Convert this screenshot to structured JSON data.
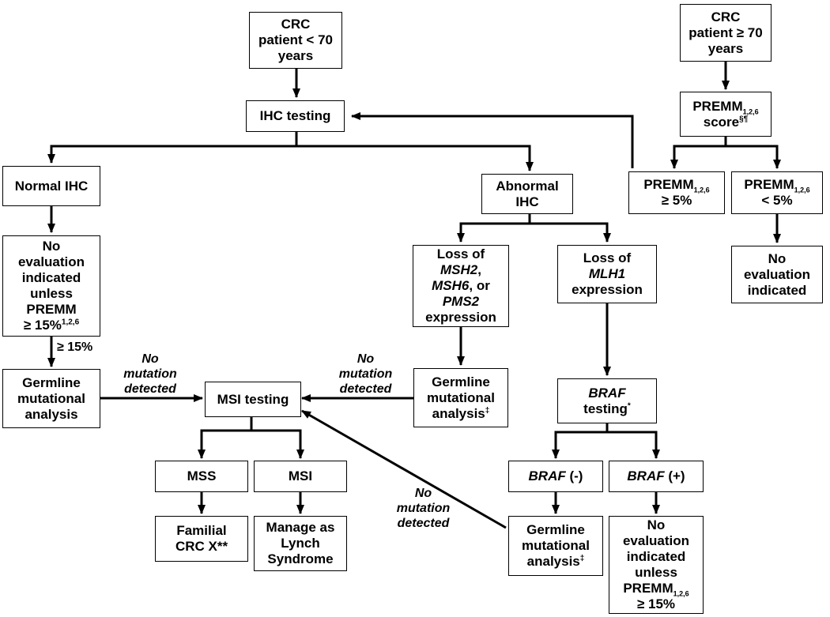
{
  "nodes": {
    "crc_lt70": {
      "l1": "CRC",
      "l2": "patient < 70",
      "l3": "years"
    },
    "crc_ge70": {
      "l1": "CRC",
      "l2": "patient ≥ 70",
      "l3": "years"
    },
    "ihc": {
      "text": "IHC testing"
    },
    "premm_score": {
      "l1": "PREMM",
      "sub": "1,2,6",
      "l2": "score",
      "sup": "§¶"
    },
    "normal_ihc": {
      "text": "Normal IHC"
    },
    "abnormal_ihc": {
      "l1": "Abnormal",
      "l2": "IHC"
    },
    "premm_ge5": {
      "l1": "PREMM",
      "sub": "1,2,6",
      "l2": "≥ 5%"
    },
    "premm_lt5": {
      "l1": "PREMM",
      "sub": "1,2,6",
      "l2": "< 5%"
    },
    "no_eval_left": {
      "l1": "No",
      "l2": "evaluation",
      "l3": "indicated",
      "l4": "unless",
      "l5": "PREMM",
      "l6": "≥ 15%",
      "sub": "1,2,6"
    },
    "loss_msh2": {
      "l1": "Loss of",
      "g1": "MSH2",
      "p1": ",",
      "g2": "MSH6",
      "p2": ", or",
      "g3": "PMS2",
      "l5": "expression"
    },
    "loss_mlh1": {
      "l1": "Loss of",
      "g1": "MLH1",
      "l3": "expression"
    },
    "no_eval_right": {
      "l1": "No",
      "l2": "evaluation",
      "l3": "indicated"
    },
    "germline_left": {
      "l1": "Germline",
      "l2": "mutational",
      "l3": "analysis"
    },
    "msi_testing": {
      "text": "MSI testing"
    },
    "germline_mid": {
      "l1": "Germline",
      "l2": "mutational",
      "l3": "analysis",
      "sup": "‡"
    },
    "braf_testing": {
      "gene": "BRAF",
      "l2": "testing",
      "sup": "*"
    },
    "mss": {
      "text": "MSS"
    },
    "msi": {
      "text": "MSI"
    },
    "braf_neg": {
      "gene": "BRAF",
      "suffix": " (-)"
    },
    "braf_pos": {
      "gene": "BRAF",
      "suffix": " (+)"
    },
    "familial": {
      "l1": "Familial",
      "l2": "CRC X**"
    },
    "manage_lynch": {
      "l1": "Manage as",
      "l2": "Lynch",
      "l3": "Syndrome"
    },
    "germline_bottom": {
      "l1": "Germline",
      "l2": "mutational",
      "l3": "analysis",
      "sup": "‡"
    },
    "no_eval_bottom": {
      "l1": "No",
      "l2": "evaluation",
      "l3": "indicated",
      "l4": "unless",
      "l5": "PREMM",
      "sub": "1,2,6",
      "l6": "≥ 15%"
    }
  },
  "edge_labels": {
    "ge15": "≥ 15%",
    "no_mut_1": [
      "No",
      "mutation",
      "detected"
    ],
    "no_mut_2": [
      "No",
      "mutation",
      "detected"
    ],
    "no_mut_3": [
      "No",
      "mutation",
      "detected"
    ]
  },
  "colors": {
    "stroke": "#000000",
    "fill": "#ffffff"
  }
}
